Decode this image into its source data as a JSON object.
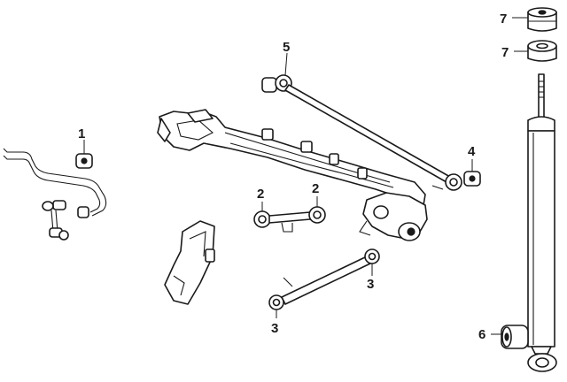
{
  "callouts": {
    "c1": "1",
    "c2a": "2",
    "c2b": "2",
    "c3a": "3",
    "c3b": "3",
    "c4": "4",
    "c5": "5",
    "c6": "6",
    "c7a": "7",
    "c7b": "7"
  },
  "colors": {
    "line": "#1a1a1a",
    "background": "#ffffff"
  }
}
